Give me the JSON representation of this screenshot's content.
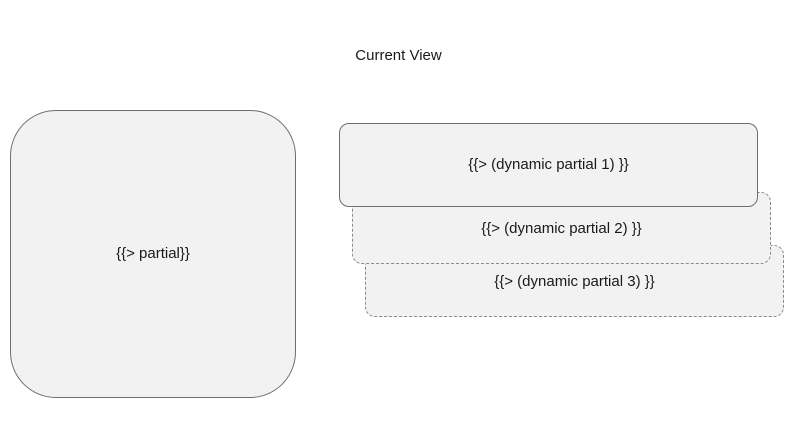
{
  "diagram": {
    "title": "Current View",
    "static_partial": {
      "label": "{{> partial}}"
    },
    "dynamic_partials": [
      {
        "label": "{{> (dynamic partial 1) }}"
      },
      {
        "label": "{{> (dynamic partial 2) }}"
      },
      {
        "label": "{{> (dynamic partial 3) }}"
      }
    ]
  }
}
